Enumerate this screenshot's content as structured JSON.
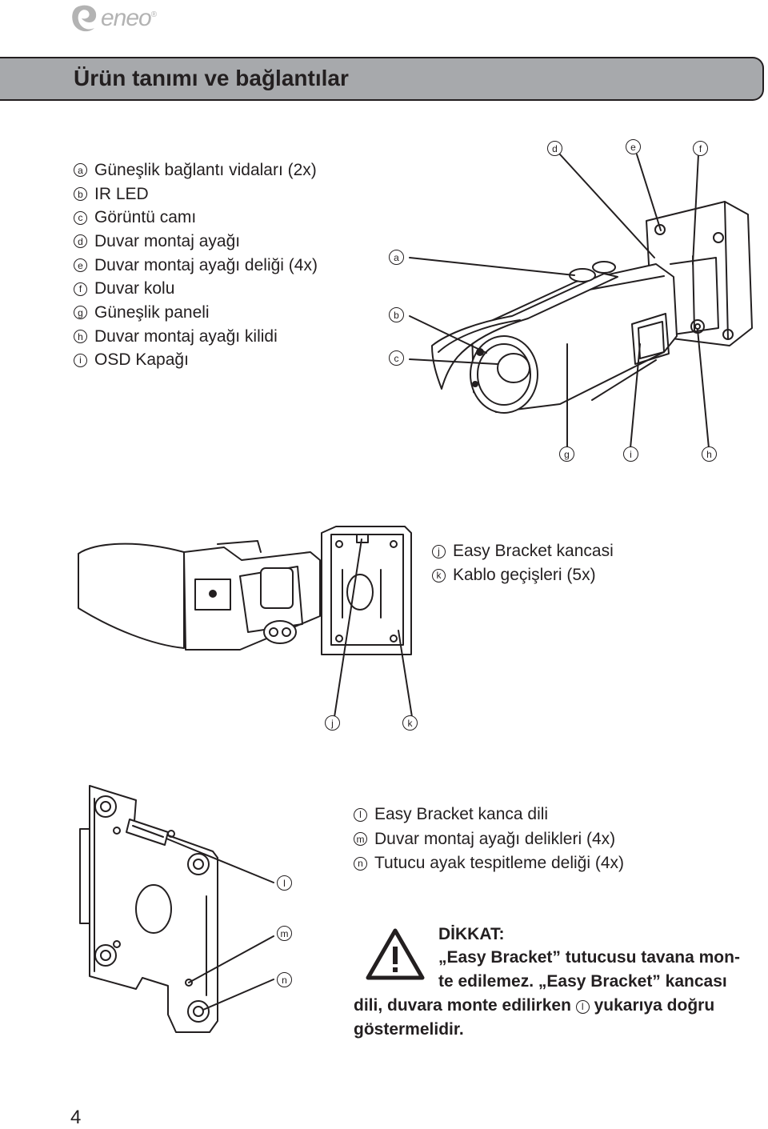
{
  "logo": {
    "text": "eneo",
    "mark": "®"
  },
  "title": "Ürün tanımı ve bağlantılar",
  "legend_camera": [
    {
      "key": "a",
      "text": "Güneşlik bağlantı vidaları (2x)"
    },
    {
      "key": "b",
      "text": "IR LED"
    },
    {
      "key": "c",
      "text": "Görüntü camı"
    },
    {
      "key": "d",
      "text": "Duvar montaj ayağı"
    },
    {
      "key": "e",
      "text": "Duvar montaj ayağı deliği (4x)"
    },
    {
      "key": "f",
      "text": "Duvar kolu"
    },
    {
      "key": "g",
      "text": "Güneşlik paneli"
    },
    {
      "key": "h",
      "text": "Duvar montaj ayağı kilidi"
    },
    {
      "key": "i",
      "text": "OSD Kapağı"
    }
  ],
  "legend_bracket": [
    {
      "key": "j",
      "text": "Easy Bracket kancasi"
    },
    {
      "key": "k",
      "text": "Kablo geçişleri (5x)"
    }
  ],
  "legend_plate": [
    {
      "key": "l",
      "text": "Easy Bracket kanca dili"
    },
    {
      "key": "m",
      "text": "Duvar montaj ayağı delikleri (4x)"
    },
    {
      "key": "n",
      "text": "Tutucu ayak tespitleme deliği (4x)"
    }
  ],
  "callouts": [
    "a",
    "b",
    "c",
    "d",
    "e",
    "f",
    "g",
    "i",
    "h",
    "j",
    "k",
    "l",
    "m",
    "n"
  ],
  "warning": {
    "icon": "warning-triangle-icon",
    "title": "DİKKAT:",
    "line1": "„Easy Bracket” tutucusu tavana mon-",
    "line2": "te edilemez. „Easy Bracket” kancası",
    "line3_before": "dili, duvara monte edilirken",
    "line3_key": "l",
    "line3_after": "yukarıya doğru",
    "line4": "göstermelidir."
  },
  "page_number": "4"
}
